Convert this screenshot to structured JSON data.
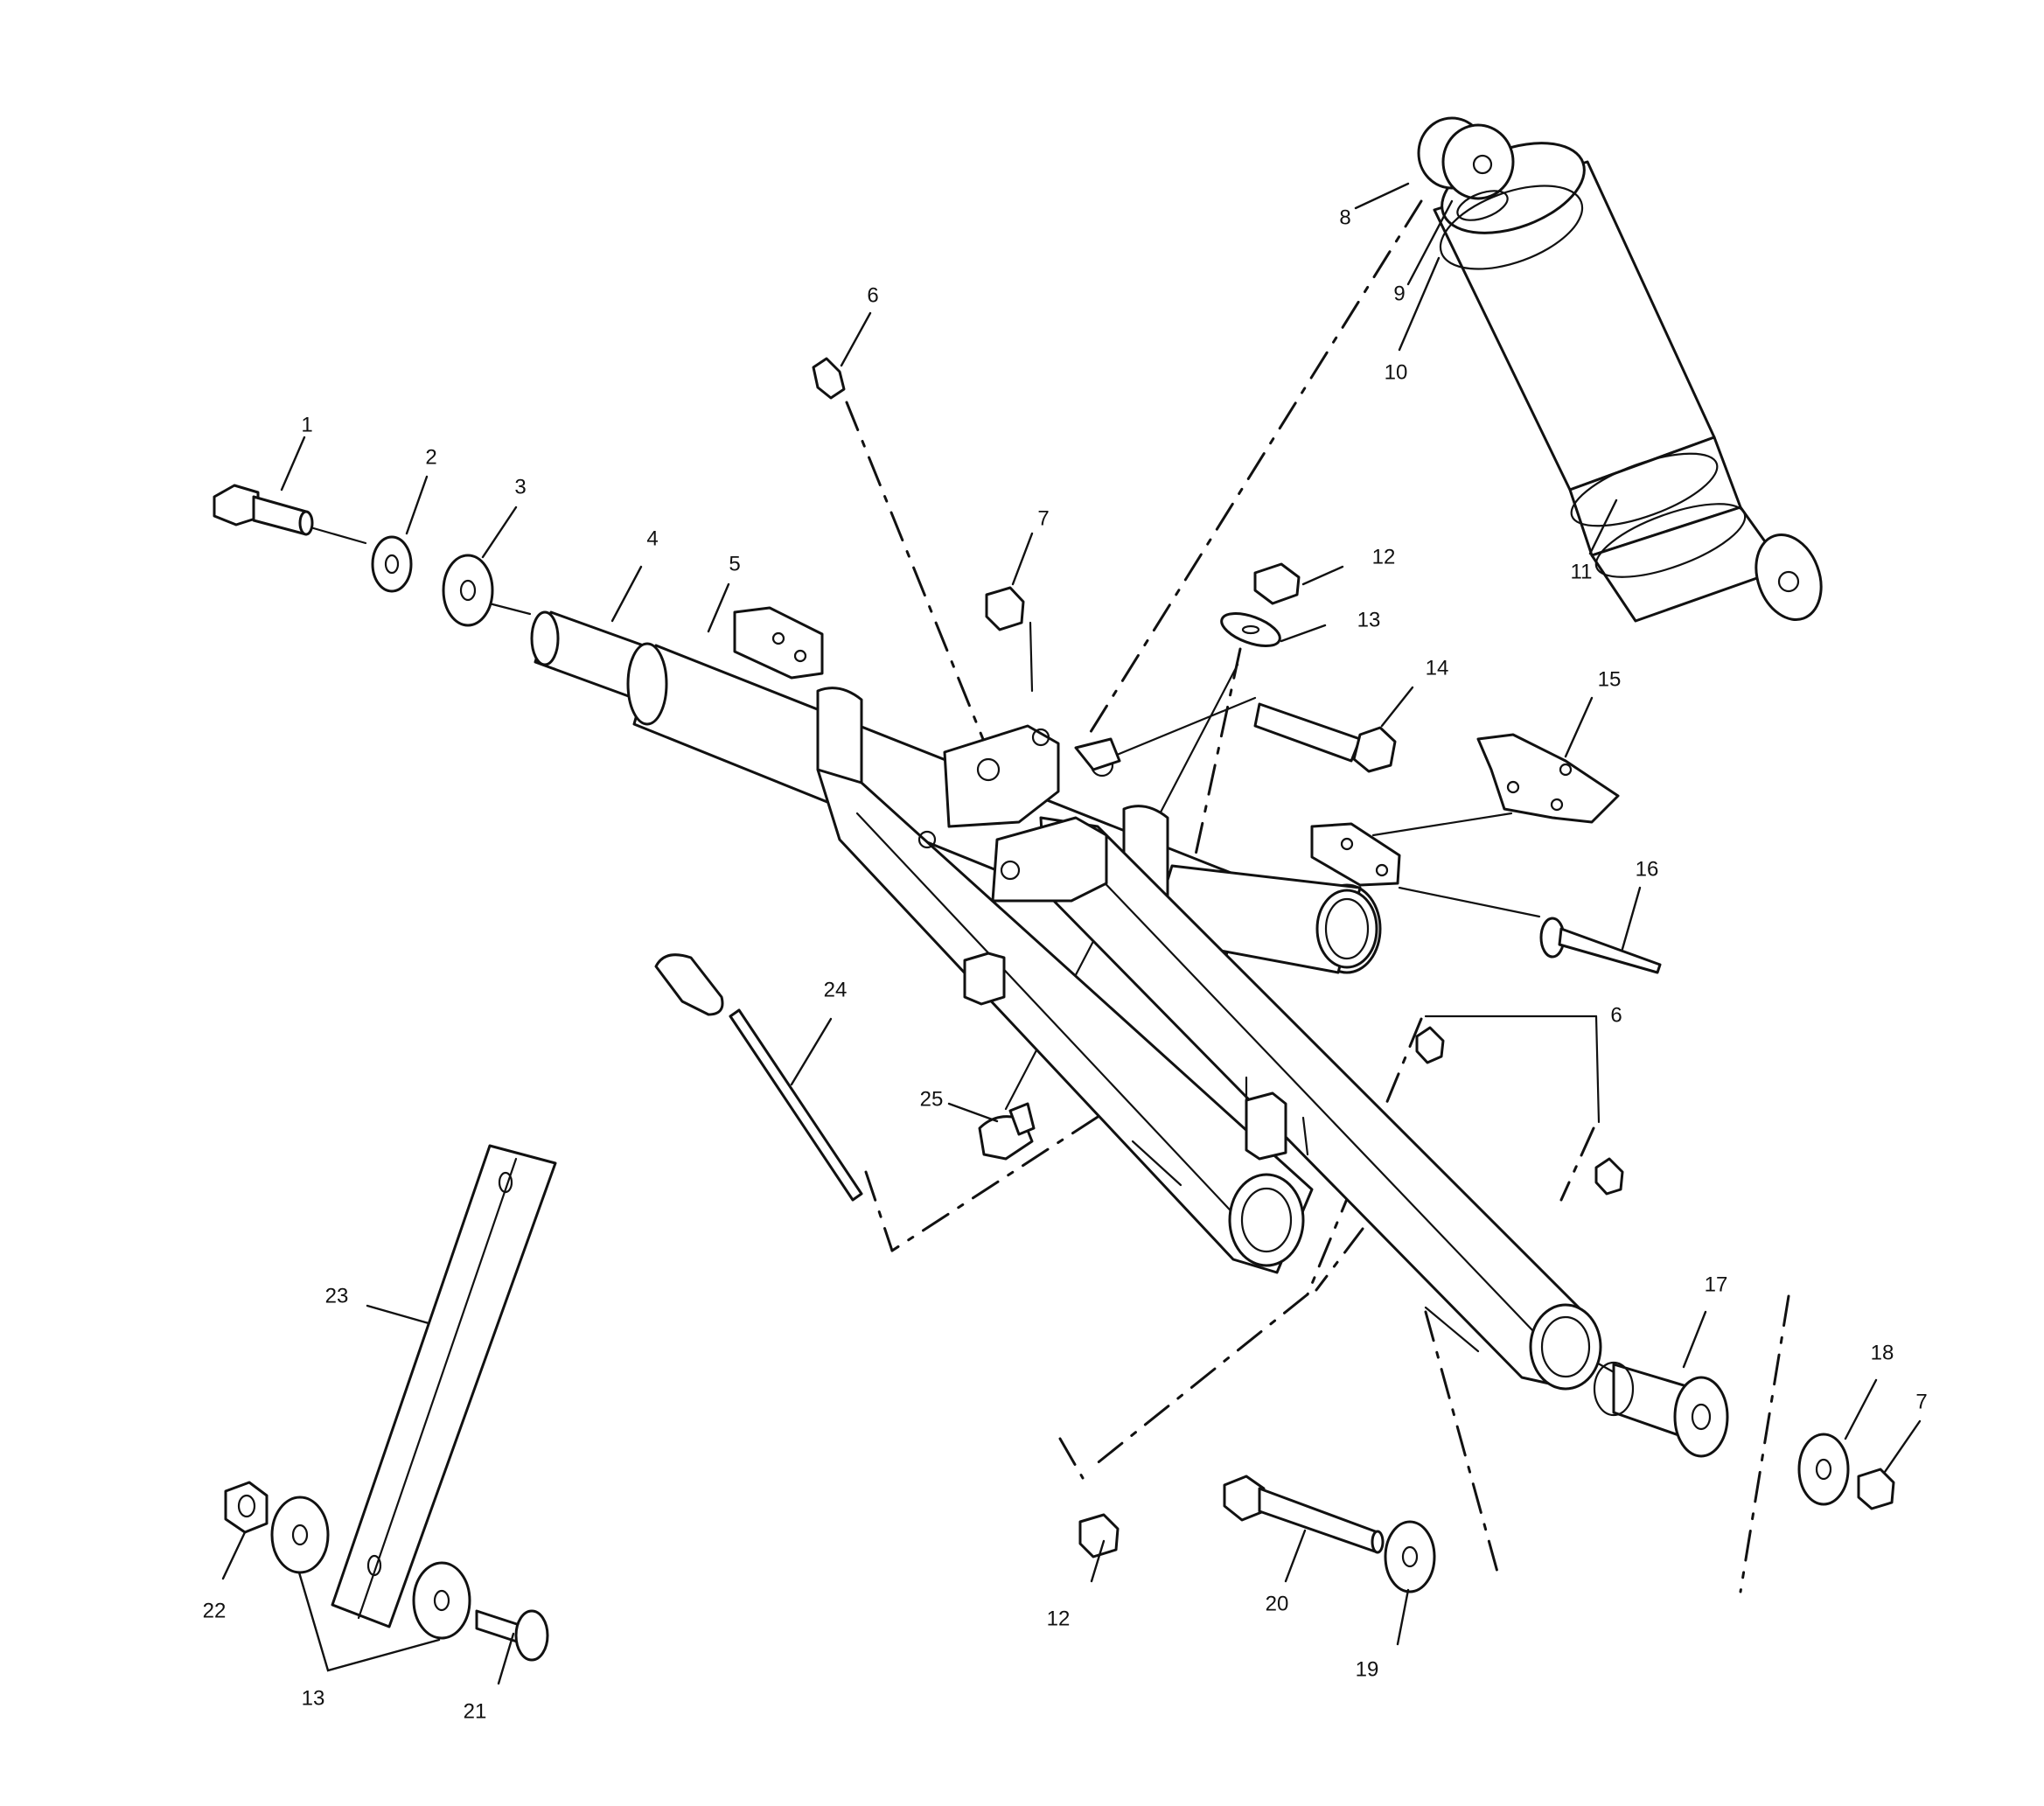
{
  "diagram": {
    "colors": {
      "line": "#111111",
      "background": "#ffffff"
    },
    "callouts": [
      {
        "id": "c1",
        "label": "1"
      },
      {
        "id": "c2",
        "label": "2"
      },
      {
        "id": "c3",
        "label": "3"
      },
      {
        "id": "c4",
        "label": "4"
      },
      {
        "id": "c5",
        "label": "5"
      },
      {
        "id": "c6a",
        "label": "6"
      },
      {
        "id": "c6b",
        "label": "6"
      },
      {
        "id": "c7a",
        "label": "7"
      },
      {
        "id": "c7b",
        "label": "7"
      },
      {
        "id": "c8",
        "label": "8"
      },
      {
        "id": "c9",
        "label": "9"
      },
      {
        "id": "c10",
        "label": "10"
      },
      {
        "id": "c11",
        "label": "11"
      },
      {
        "id": "c12a",
        "label": "12"
      },
      {
        "id": "c12b",
        "label": "12"
      },
      {
        "id": "c13a",
        "label": "13"
      },
      {
        "id": "c13b",
        "label": "13"
      },
      {
        "id": "c14",
        "label": "14"
      },
      {
        "id": "c15",
        "label": "15"
      },
      {
        "id": "c16",
        "label": "16"
      },
      {
        "id": "c17",
        "label": "17"
      },
      {
        "id": "c18",
        "label": "18"
      },
      {
        "id": "c19",
        "label": "19"
      },
      {
        "id": "c20",
        "label": "20"
      },
      {
        "id": "c21",
        "label": "21"
      },
      {
        "id": "c22",
        "label": "22"
      },
      {
        "id": "c23",
        "label": "23"
      },
      {
        "id": "c24",
        "label": "24"
      },
      {
        "id": "c25",
        "label": "25"
      }
    ]
  }
}
